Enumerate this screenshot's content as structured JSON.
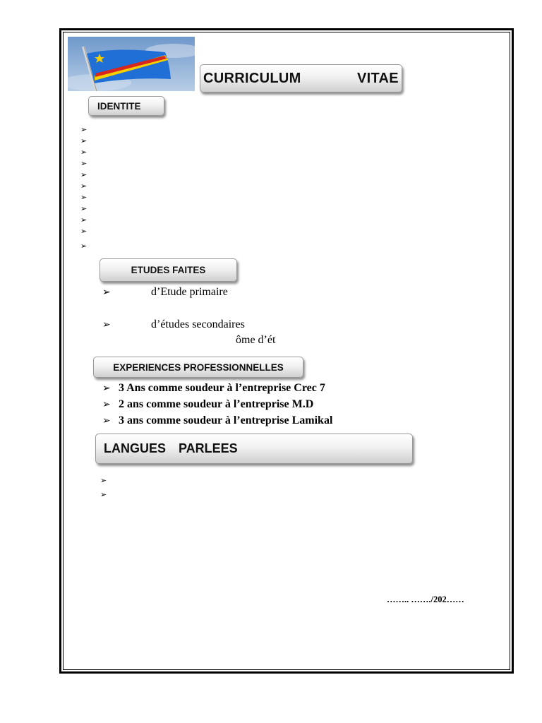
{
  "document": {
    "title": "CURRICULUM    VITAE",
    "bullet_glyph": "➢",
    "sections": {
      "identite": {
        "heading": "IDENTITE",
        "empty_bullets": 11
      },
      "etudes": {
        "heading": "ETUDES FAITES",
        "items": [
          "d’Etude primaire",
          "d’études secondaires"
        ],
        "fragment": "ôme d’ét"
      },
      "experiences": {
        "heading": "EXPERIENCES PROFESSIONNELLES",
        "items": [
          "3 Ans comme soudeur à l’entreprise Crec 7",
          "2 ans comme soudeur à l’entreprise M.D",
          "3 ans comme soudeur à l’entreprise Lamikal"
        ]
      },
      "langues": {
        "heading": "LANGUES  PARLEES",
        "empty_bullets": 2
      }
    },
    "date_line": "…….. ……./202……",
    "flag": {
      "icon": "drc-flag-icon",
      "colors": {
        "field": "#1f6fd6",
        "stripe_yellow": "#f5d000",
        "stripe_red": "#d6261d",
        "star": "#f5d000",
        "sky": "#8fb3d9"
      }
    }
  }
}
